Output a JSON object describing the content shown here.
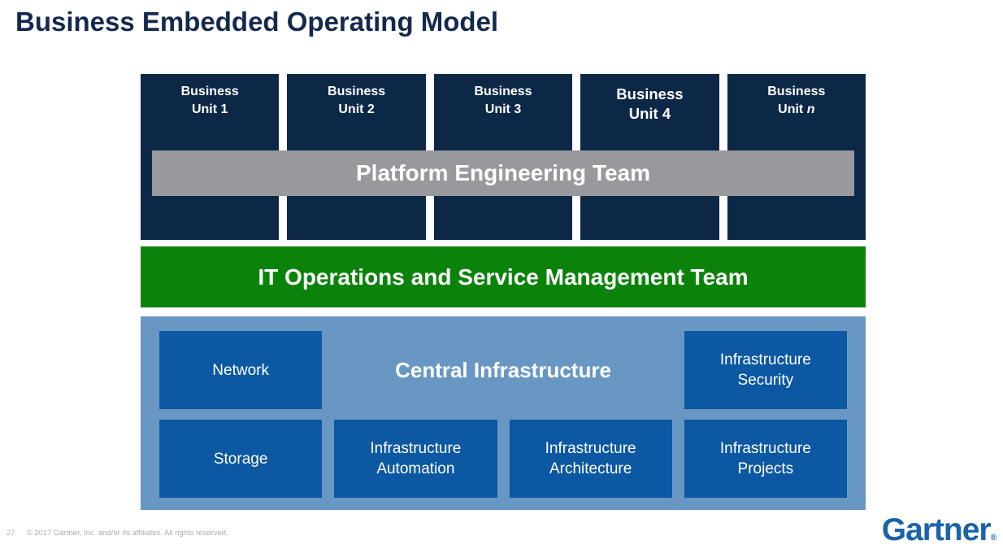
{
  "slide": {
    "title": "Business Embedded Operating Model"
  },
  "business_units": [
    {
      "line1": "Business",
      "line2": "Unit 1"
    },
    {
      "line1": "Business",
      "line2": "Unit 2"
    },
    {
      "line1": "Business",
      "line2": "Unit 3"
    },
    {
      "line1": "Business",
      "line2": "Unit 4"
    },
    {
      "line1": "Business",
      "line2_prefix": "Unit ",
      "line2_value": "n"
    }
  ],
  "platform_bar": {
    "label": "Platform Engineering Team"
  },
  "it_ops_bar": {
    "label": "IT Operations and Service Management Team"
  },
  "central_infrastructure": {
    "title": "Central Infrastructure",
    "row1_boxes": [
      {
        "label": "Network"
      },
      {
        "label": "Infrastructure Security"
      }
    ],
    "row2_boxes": [
      {
        "label": "Storage"
      },
      {
        "label": "Infrastructure Automation"
      },
      {
        "label": "Infrastructure Architecture"
      },
      {
        "label": "Infrastructure Projects"
      }
    ]
  },
  "footer": {
    "page_number": "27",
    "copyright": "© 2017 Gartner, Inc. and/or its affiliates. All rights reserved."
  },
  "logo": {
    "text": "Gartner",
    "registered_mark": "®"
  },
  "colors": {
    "title_navy": "#15294d",
    "unit_box_navy": "#0d2847",
    "platform_bar_gray": "#97999d",
    "it_ops_green": "#0b830b",
    "panel_light_blue": "#6897c3",
    "infra_box_blue": "#0c58a2",
    "gartner_logo_blue": "#1a63a9",
    "footer_text_gray": "#a9adb2"
  }
}
